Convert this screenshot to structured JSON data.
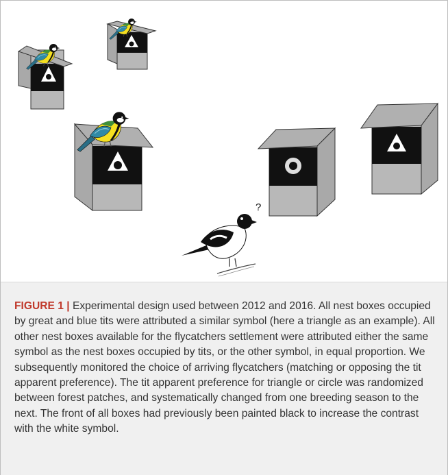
{
  "figure": {
    "label": "FIGURE 1",
    "separator": "|",
    "caption_text": " Experimental design used between 2012 and 2016. All nest boxes occupied by great and blue tits were attributed a similar symbol (here a triangle as an example). All other nest boxes available for the flycatchers settlement were attributed either the same symbol as the nest boxes occupied by tits, or the other symbol, in equal proportion. We subsequently monitored the choice of arriving flycatchers (matching or opposing the tit apparent preference). The tit apparent preference for triangle or circle was randomized between forest patches, and systematically changed from one breeding season to the next. The front of all boxes had previously been painted black to increase the contrast with the white symbol."
  },
  "illustration": {
    "question_mark": "?",
    "colors": {
      "box_gray": "#b8b8b8",
      "box_side": "#a9a9a9",
      "roof_gray": "#b0b0b0",
      "panel_black": "#111111",
      "tit_yellow": "#f5e020",
      "tit_green": "#3f8f3a",
      "tit_blue": "#2f8aa6",
      "tit_cap": "#111111"
    },
    "symbols": [
      "triangle",
      "triangle",
      "triangle",
      "circle",
      "triangle"
    ]
  }
}
